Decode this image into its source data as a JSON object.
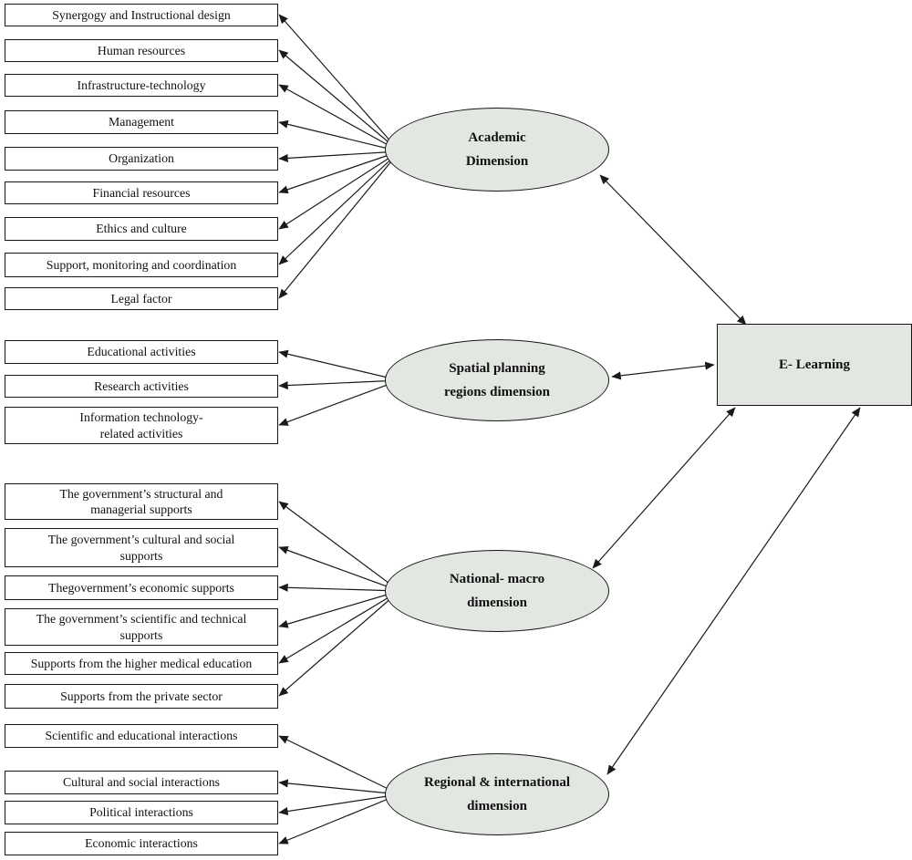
{
  "elearning": {
    "label": "E- Learning"
  },
  "dimensions": {
    "academic": {
      "line1": "Academic",
      "line2": "Dimension"
    },
    "spatial": {
      "line1": "Spatial planning",
      "line2": "regions dimension"
    },
    "national": {
      "line1": "National- macro",
      "line2": "dimension"
    },
    "regional": {
      "line1": "Regional & international",
      "line2": "dimension"
    }
  },
  "indicators": {
    "academic": [
      "Synergogy and Instructional design",
      "Human resources",
      "Infrastructure-technology",
      "Management",
      "Organization",
      "Financial resources",
      "Ethics and culture",
      "Support, monitoring and coordination",
      "Legal factor"
    ],
    "spatial": [
      "Educational activities",
      "Research activities",
      "Information technology-\nrelated activities"
    ],
    "national": [
      "The government’s structural and\nmanagerial supports",
      "The government’s cultural and social\nsupports",
      "Thegovernment’s economic supports",
      "The government’s scientific and technical\nsupports",
      "Supports from the higher medical education",
      "Supports from the private sector"
    ],
    "regional": [
      "Scientific and educational interactions",
      "Cultural and social interactions",
      "Political interactions",
      "Economic interactions"
    ]
  },
  "colors": {
    "shape_fill": "#e2e7e1",
    "line": "#1a1a1a"
  }
}
